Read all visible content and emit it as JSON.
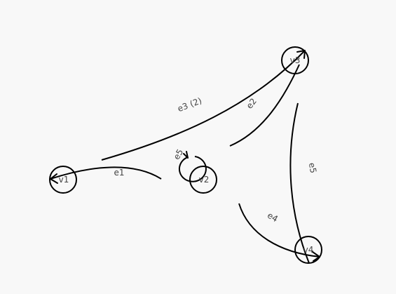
{
  "graph": {
    "nodes": [
      {
        "id": "v1",
        "label": "v1"
      },
      {
        "id": "v2",
        "label": "v2"
      },
      {
        "id": "v3",
        "label": "v3"
      },
      {
        "id": "v4",
        "label": "v4"
      }
    ],
    "edges": [
      {
        "id": "e1",
        "label": "e1",
        "from": "v2",
        "to": "v1"
      },
      {
        "id": "e2",
        "label": "e2",
        "from": "v2",
        "to": "v3"
      },
      {
        "id": "e3",
        "label": "e3 (2)",
        "from": "v1",
        "to": "v3"
      },
      {
        "id": "e4",
        "label": "e4",
        "from": "v2",
        "to": "v4"
      },
      {
        "id": "e5",
        "label": "e5",
        "from": "v3",
        "to": "v4"
      },
      {
        "id": "e5-loop",
        "label": "e5",
        "from": "v2",
        "to": "v2"
      }
    ]
  }
}
